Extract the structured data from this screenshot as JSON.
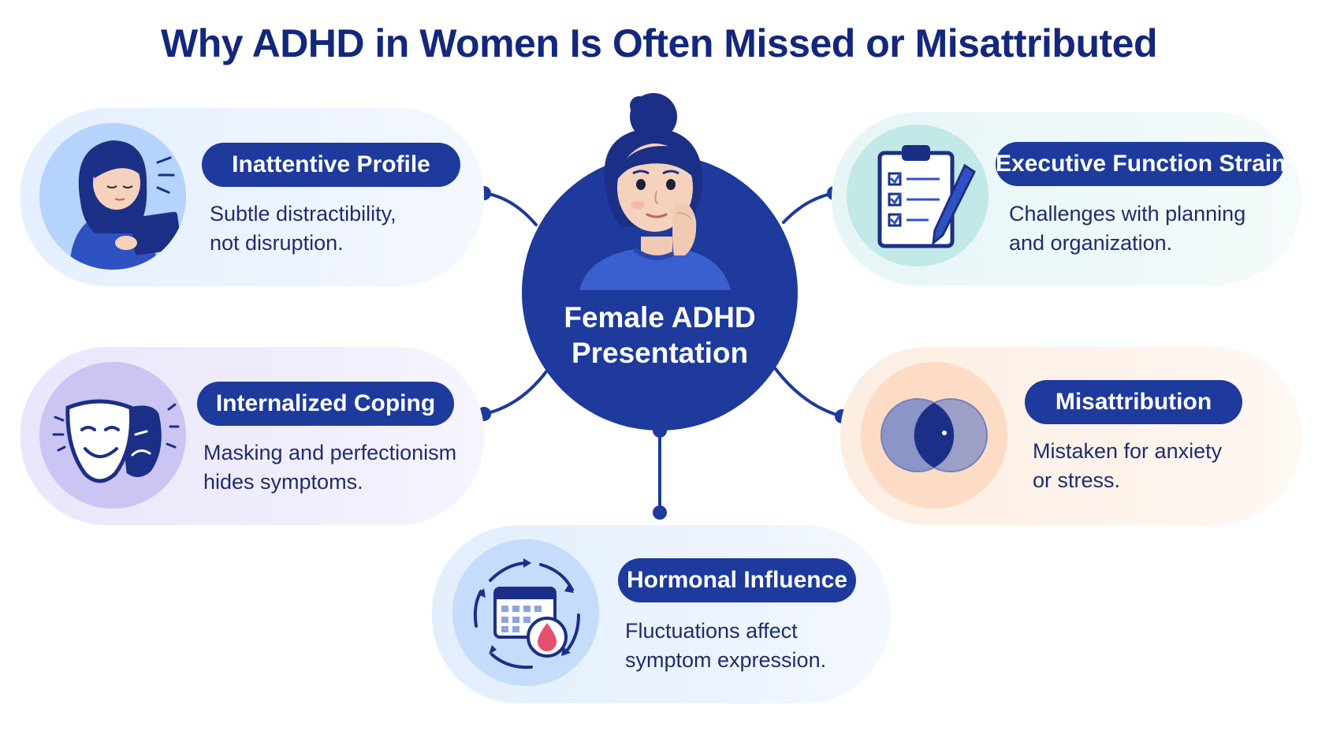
{
  "title": "Why ADHD in Women Is Often Missed or Misattributed",
  "center": {
    "label": "Female ADHD\nPresentation"
  },
  "nodes": {
    "inattentive": {
      "title": "Inattentive Profile",
      "description": "Subtle distractibility,\nnot disruption.",
      "icon": "woman-studying-laptop-icon"
    },
    "internalized": {
      "title": "Internalized Coping",
      "description": "Masking and perfectionism\nhides symptoms.",
      "icon": "theater-masks-icon"
    },
    "executive": {
      "title": "Executive Function Strain",
      "description": "Challenges with planning\nand organization.",
      "icon": "clipboard-checklist-icon"
    },
    "misattribution": {
      "title": "Misattribution",
      "description": "Mistaken for anxiety\nor stress.",
      "icon": "overlapping-circles-icon"
    },
    "hormonal": {
      "title": "Hormonal Influence",
      "description": "Fluctuations affect\nsymptom expression.",
      "icon": "calendar-cycle-icon"
    }
  },
  "colors": {
    "primary": "#1d3a9c",
    "title": "#13277c",
    "text": "#1f2d6e"
  }
}
